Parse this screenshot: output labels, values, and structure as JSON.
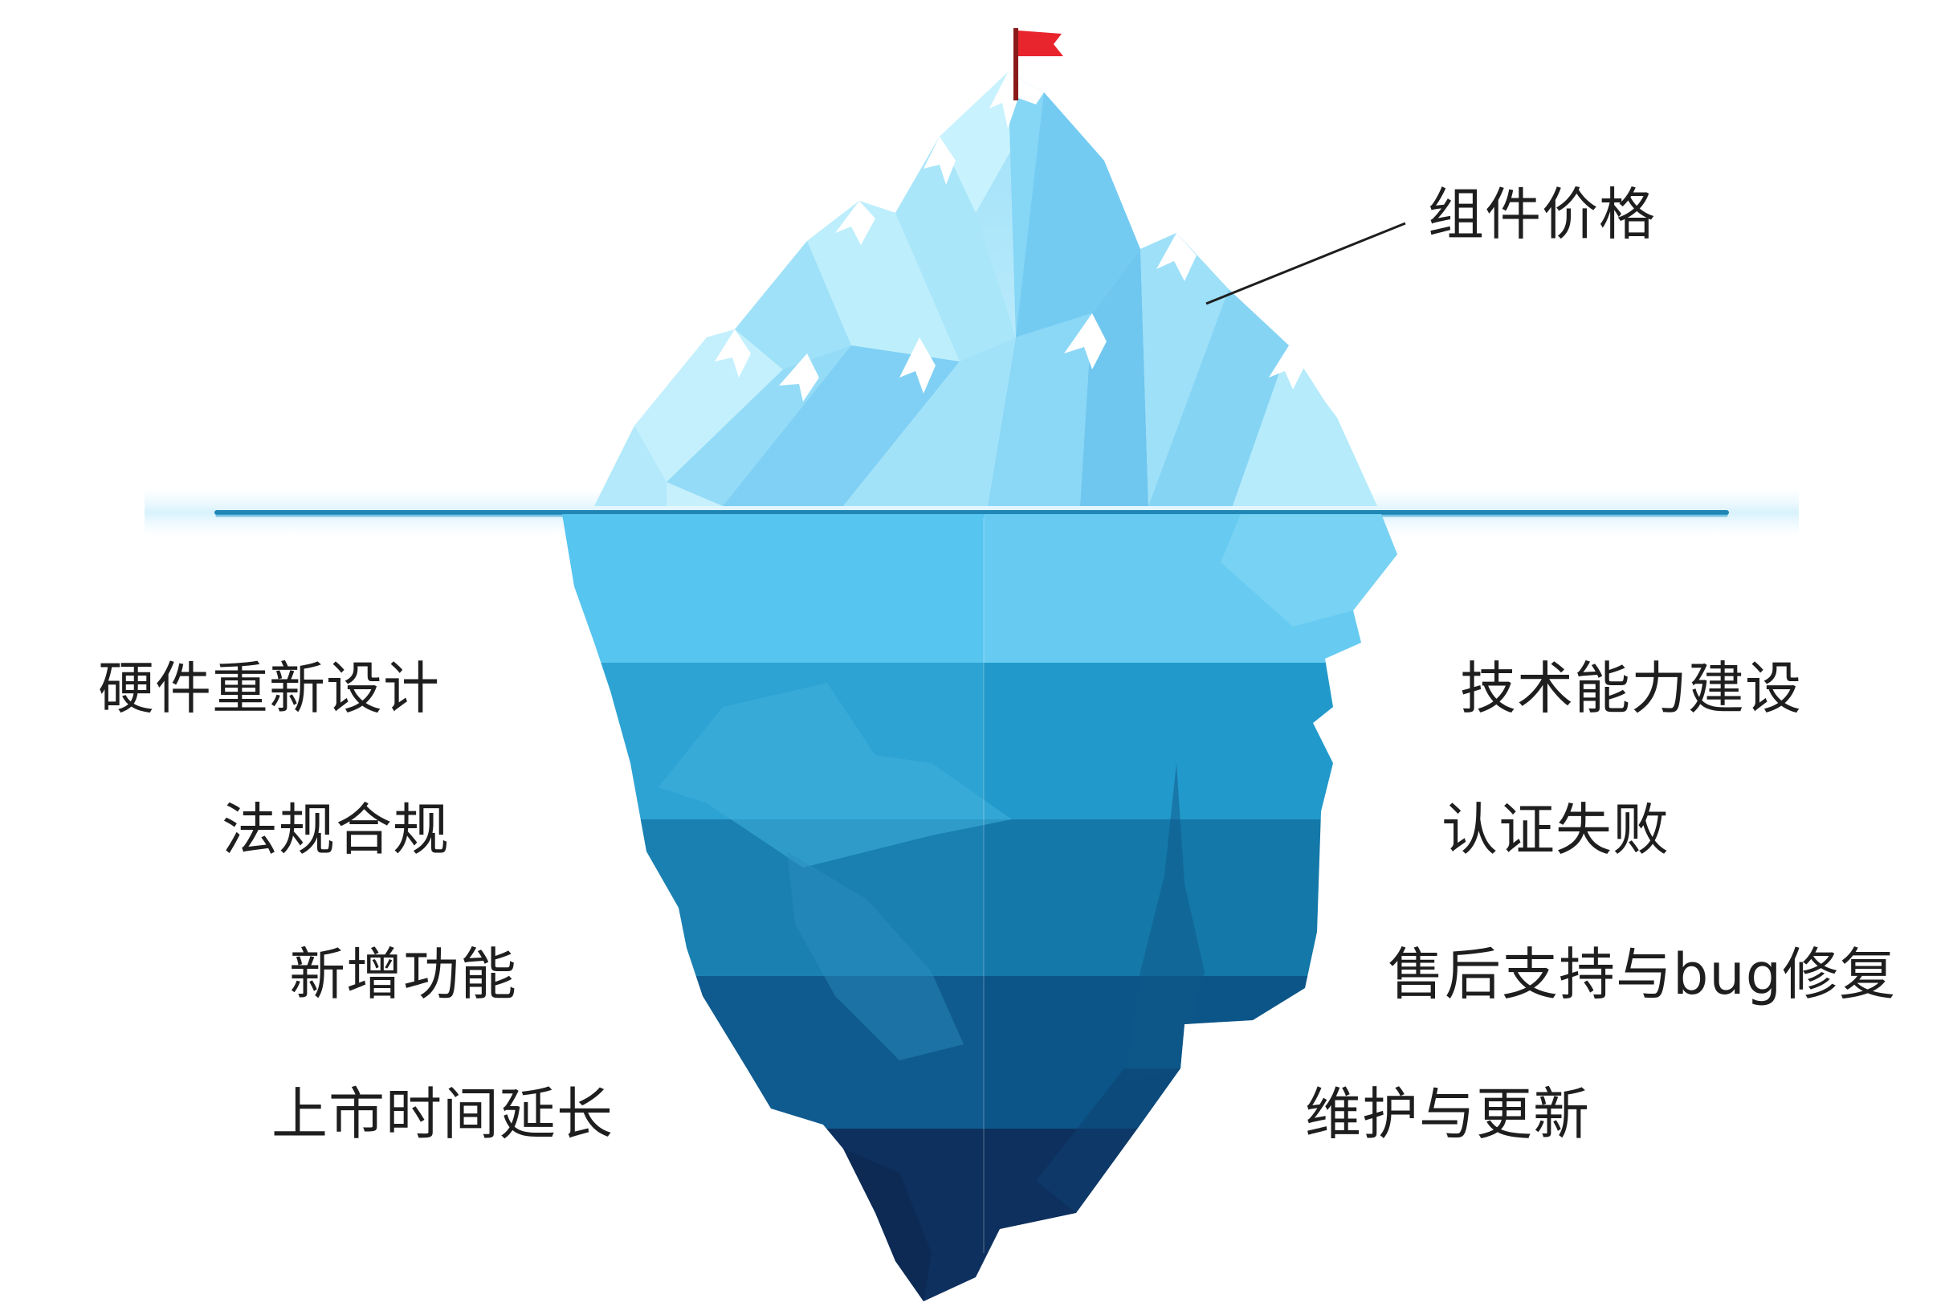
{
  "iceberg": {
    "tip_label": "组件价格",
    "left_labels": [
      "硬件重新设计",
      "法规合规",
      "新增功能",
      "上市时间延长"
    ],
    "right_labels": [
      "技术能力建设",
      "认证失败",
      "售后支持与bug修复",
      "维护与更新"
    ]
  },
  "colors": {
    "flag": "#e8252d",
    "ice_light": "#b6ebfb",
    "ice_mid": "#7fd3f5",
    "water_line": "#1f86b6",
    "band_1": "#54c3ee",
    "band_2": "#2ea2d2",
    "band_3": "#1a7fb0",
    "band_4": "#0f5a8e",
    "band_5": "#0e2f5e",
    "text": "#1e1e1e"
  }
}
